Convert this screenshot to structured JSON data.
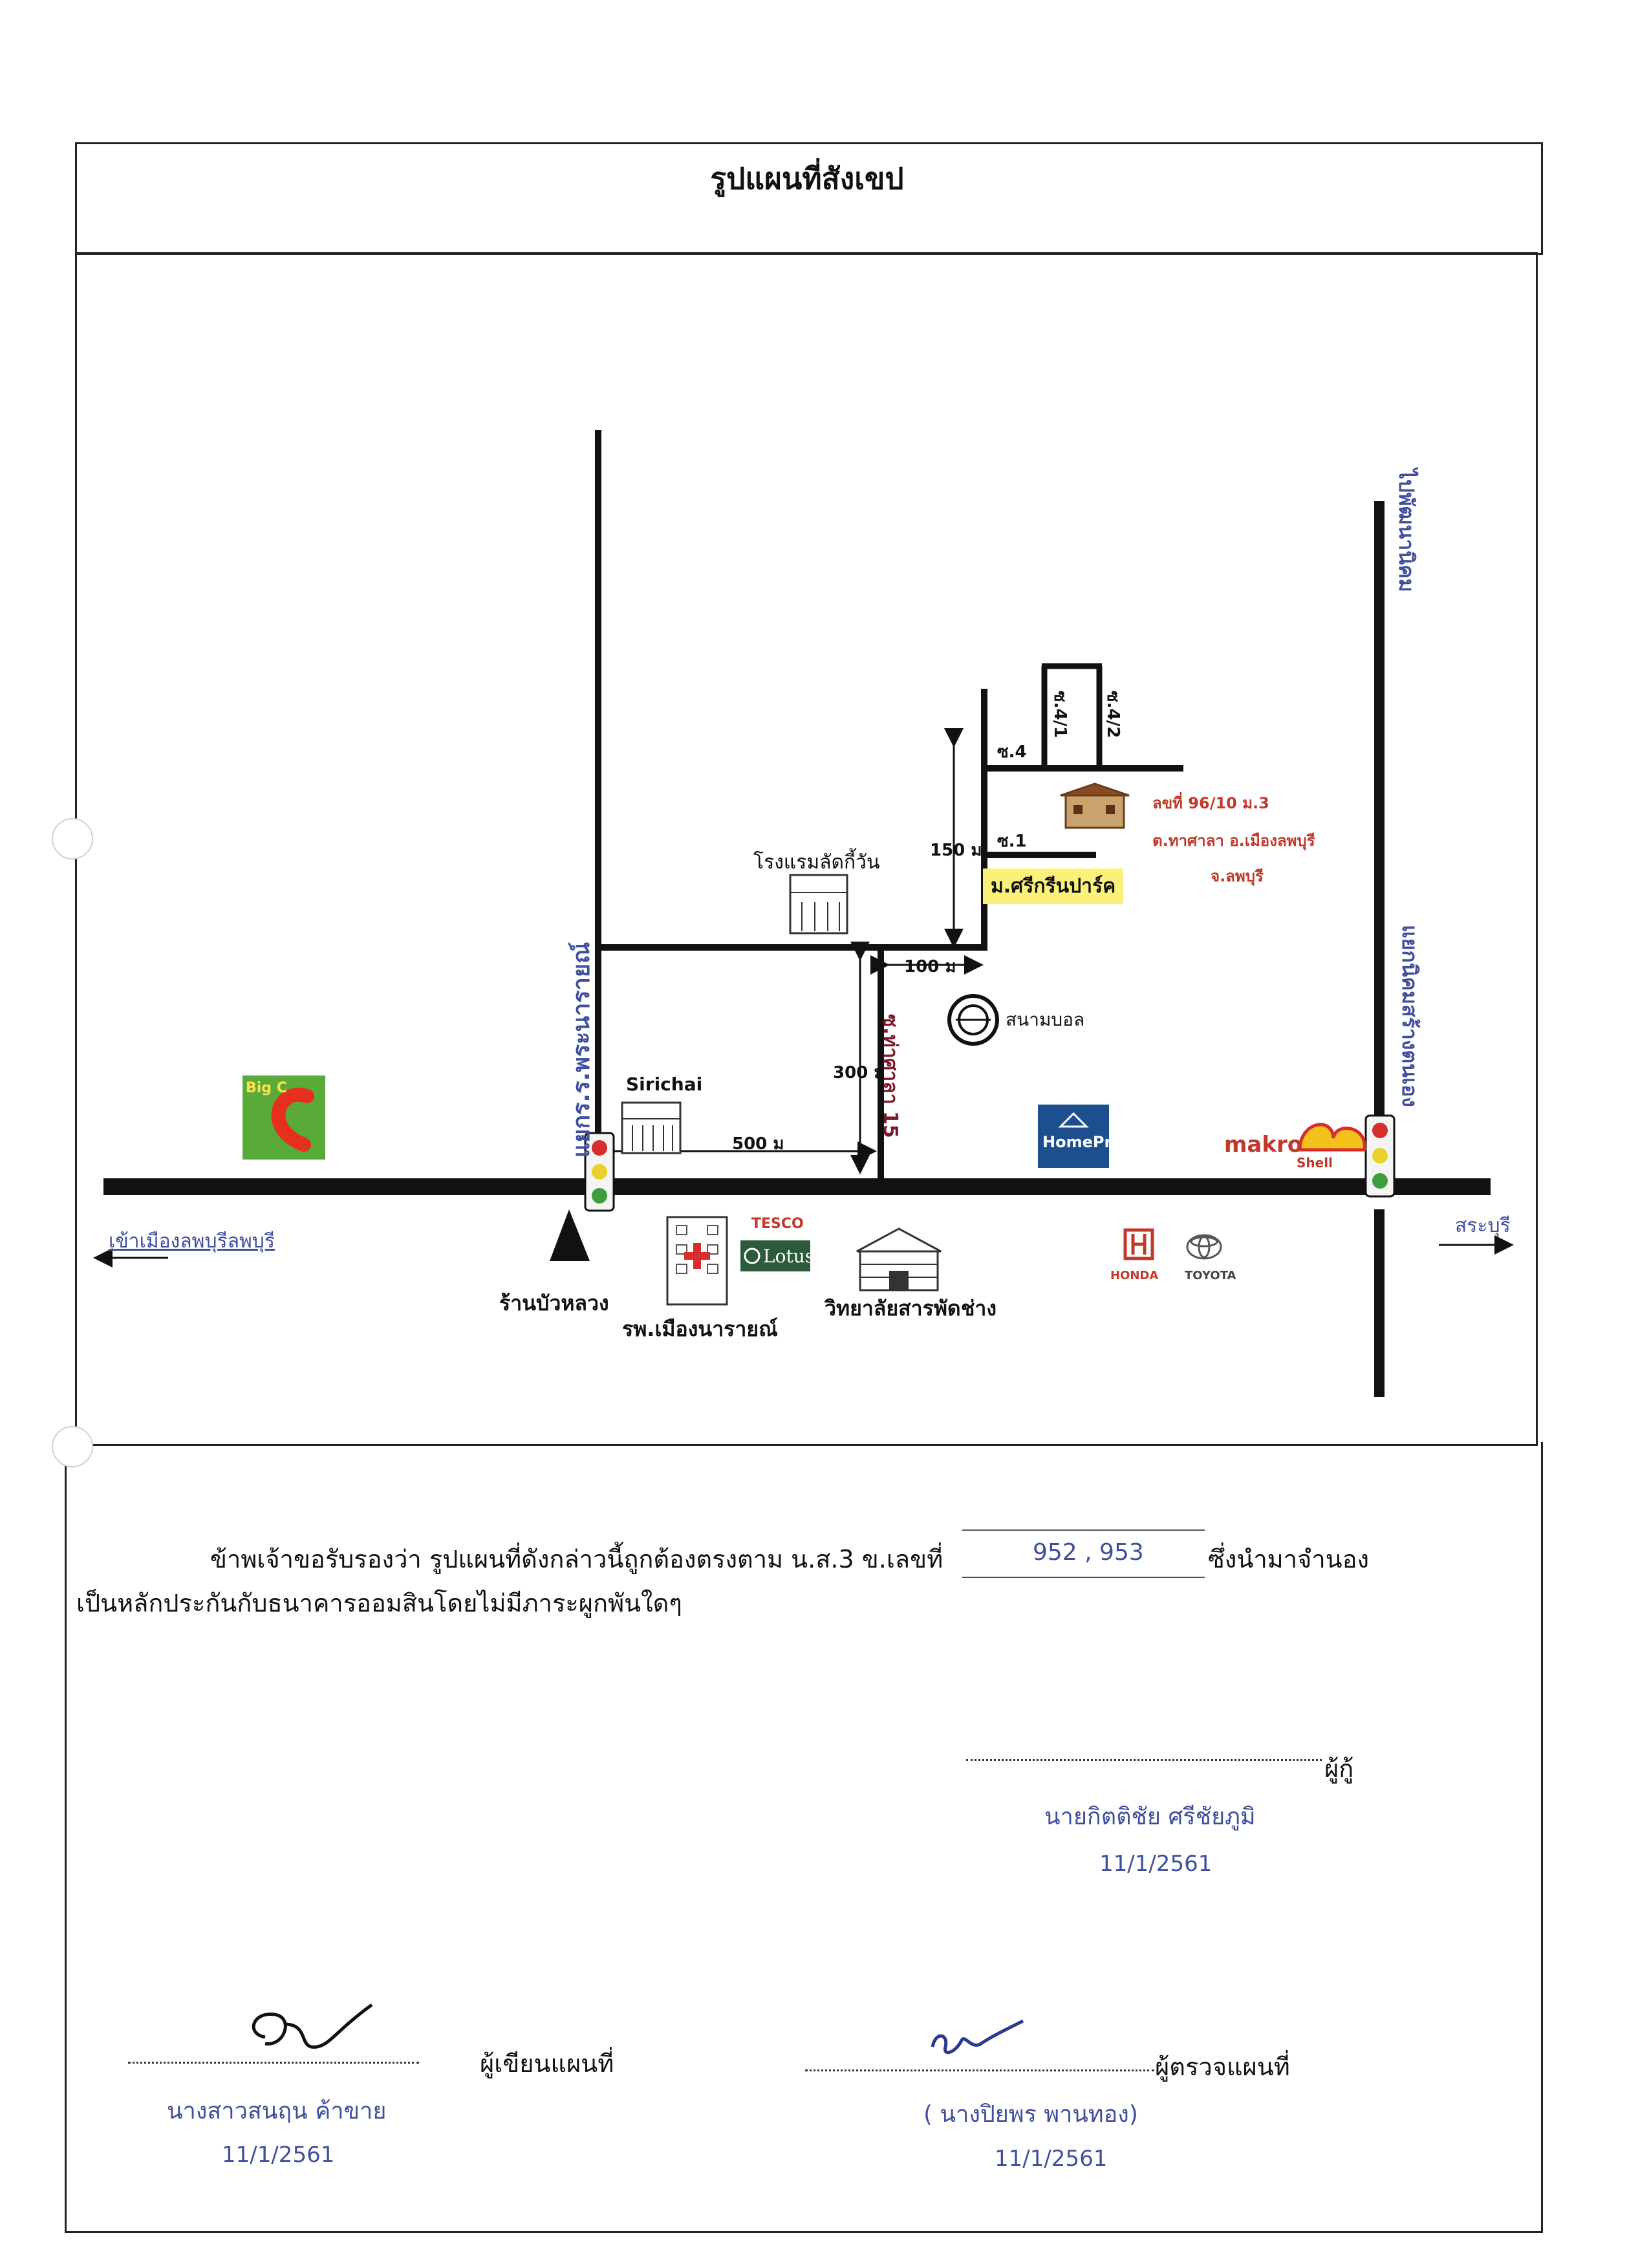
{
  "title": "รูปแผนที่สังเขป",
  "map": {
    "roads": {
      "main_west": "เข้าเมืองลพบุรีลพบุรี",
      "main_east": "สระบุรี",
      "west_junction": "แยกร.ร.พระนารายณ์",
      "east_junction": "แยกนิคมสร้างตนเอง",
      "east_north": "ไปพัฒนานิคม",
      "soi_15": "ซ.ท่าศาลา 15",
      "soi_1": "ซ.1",
      "soi_4": "ซ.4",
      "soi_4_1": "ซ.4/1",
      "soi_4_2": "ซ.4/2"
    },
    "distances": {
      "d150": "150 ม",
      "d100": "100 ม",
      "d300": "300 ม",
      "d500": "500 ม"
    },
    "places": {
      "hotel": "โรงแรมลัดกี้วัน",
      "village": "ม.ศรีกรีนปาร์ค",
      "stadium": "สนามบอล",
      "sirichai": "Sirichai",
      "shop": "ร้านบัวหลวง",
      "hospital": "รพ.เมืองนารายณ์",
      "college": "วิทยาลัยสารพัดช่าง",
      "big_c": "Big C",
      "lotus_top": "TESCO",
      "lotus": "Lotus",
      "homepro": "HomePro",
      "makro": "makro",
      "shell": "Shell",
      "honda": "HONDA",
      "toyota": "TOYOTA"
    },
    "parcel": {
      "line1": "ลขที่ 96/10 ม.3",
      "line2": "ต.ทาศาลา อ.เมืองลพบุรี",
      "line3": "จ.ลพบุรี"
    }
  },
  "certification": {
    "line1_a": "ข้าพเจ้าขอรับรองว่า รูปแผนที่ดังกล่าวนี้ถูกต้องตรงตาม น.ส.3 ข.เลขที่",
    "deed_numbers": "952 , 953",
    "line1_b": "ซึ่งนำมาจำนอง",
    "line2": "เป็นหลักประกันกับธนาคารออมสินโดยไม่มีภาระผูกพันใดๆ"
  },
  "borrower": {
    "role": "ผู้กู้",
    "name": "นายกิตติชัย ศรีชัยภูมิ",
    "date": "11/1/2561"
  },
  "drafter": {
    "role": "ผู้เขียนแผนที่",
    "name": "นางสาวสนฤน ค้าขาย",
    "date": "11/1/2561"
  },
  "checker": {
    "role": "ผู้ตรวจแผนที่",
    "name": "( นางปิยพร  พานทอง)",
    "date": "11/1/2561"
  },
  "colors": {
    "road": "#111111",
    "ink_blue": "#3f4f9e",
    "parcel_red": "#c0392b",
    "highlight": "#fbf07a"
  }
}
